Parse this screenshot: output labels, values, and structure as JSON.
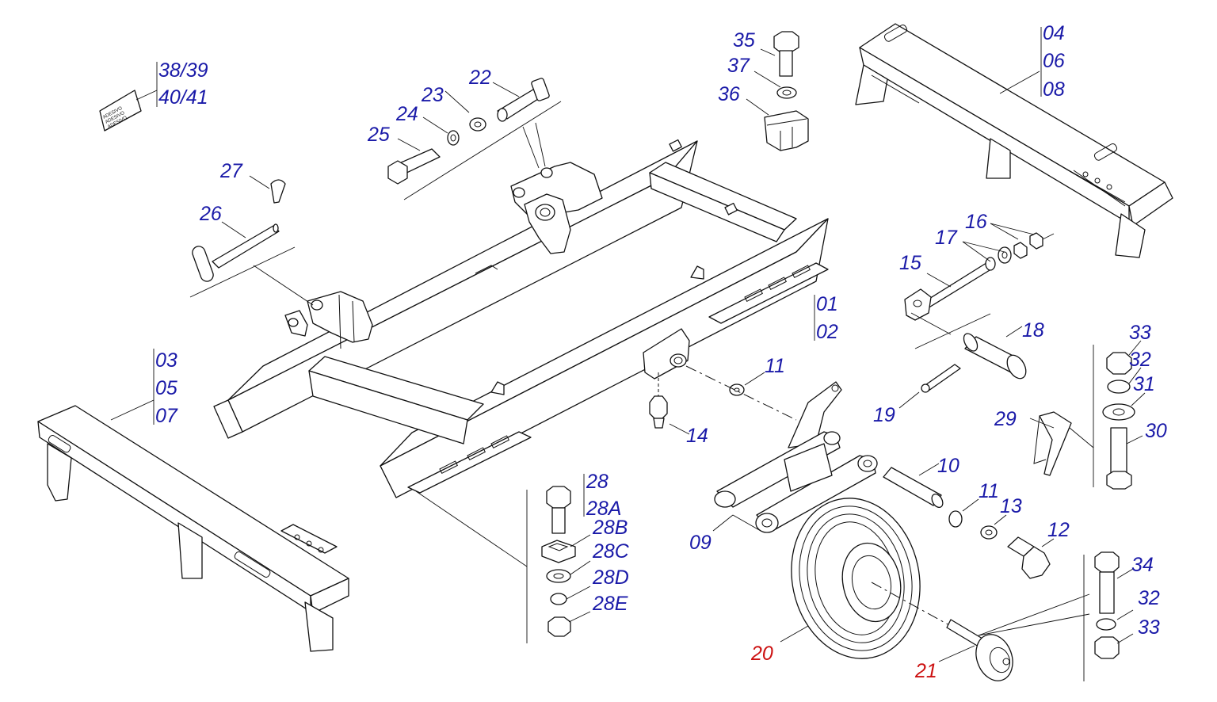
{
  "labels": {
    "l_38_39": "38/39",
    "l_40_41": "40/41",
    "l_22": "22",
    "l_23": "23",
    "l_24": "24",
    "l_25": "25",
    "l_27": "27",
    "l_26": "26",
    "l_35": "35",
    "l_37": "37",
    "l_36": "36",
    "l_04": "04",
    "l_06": "06",
    "l_08": "08",
    "l_01": "01",
    "l_02": "02",
    "l_16": "16",
    "l_17": "17",
    "l_15": "15",
    "l_18": "18",
    "l_33a": "33",
    "l_32a": "32",
    "l_31": "31",
    "l_30": "30",
    "l_29": "29",
    "l_19": "19",
    "l_11a": "11",
    "l_14": "14",
    "l_03": "03",
    "l_05": "05",
    "l_07": "07",
    "l_10": "10",
    "l_11b": "11",
    "l_13": "13",
    "l_12": "12",
    "l_09": "09",
    "l_28": "28",
    "l_28A": "28A",
    "l_28B": "28B",
    "l_28C": "28C",
    "l_28D": "28D",
    "l_28E": "28E",
    "l_34": "34",
    "l_32b": "32",
    "l_33b": "33",
    "l_20": "20",
    "l_21": "21"
  },
  "sticker_text": [
    "ADESIVO",
    "ADESIVO",
    "ADESIVO"
  ],
  "colors": {
    "label": "#1a1aa8",
    "label_highlight": "#cc1111",
    "line": "#111111"
  }
}
